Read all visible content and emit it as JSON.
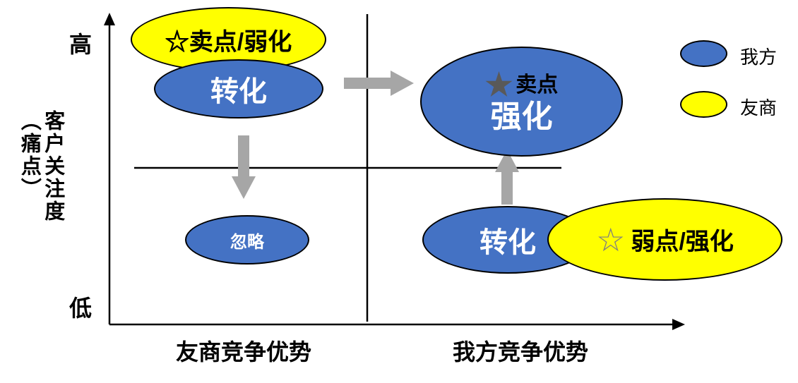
{
  "y_axis": {
    "title": "客户关注度（痛点）",
    "high": "高",
    "low": "低"
  },
  "x_axis": {
    "left_label": "友商竞争优势",
    "right_label": "我方竞争优势"
  },
  "nodes": {
    "top_left_yellow": {
      "label": "☆卖点/弱化"
    },
    "top_left_blue": {
      "label": "转化"
    },
    "top_right_blue": {
      "star": "★",
      "tag": "卖点",
      "label": "强化"
    },
    "bottom_left_blue": {
      "label": "忽略"
    },
    "bottom_right_blue": {
      "label": "转化"
    },
    "bottom_right_yellow": {
      "star": "☆",
      "label": "弱点/强化"
    }
  },
  "legend": {
    "items": [
      {
        "label": "我方",
        "color": "#4472C4"
      },
      {
        "label": "友商",
        "color": "#FFFF00"
      }
    ]
  },
  "colors": {
    "ours_blue": "#4472C4",
    "competitor_yellow": "#FFFF00",
    "arrow_gray": "#A6A6A6",
    "line_black": "#000000"
  }
}
